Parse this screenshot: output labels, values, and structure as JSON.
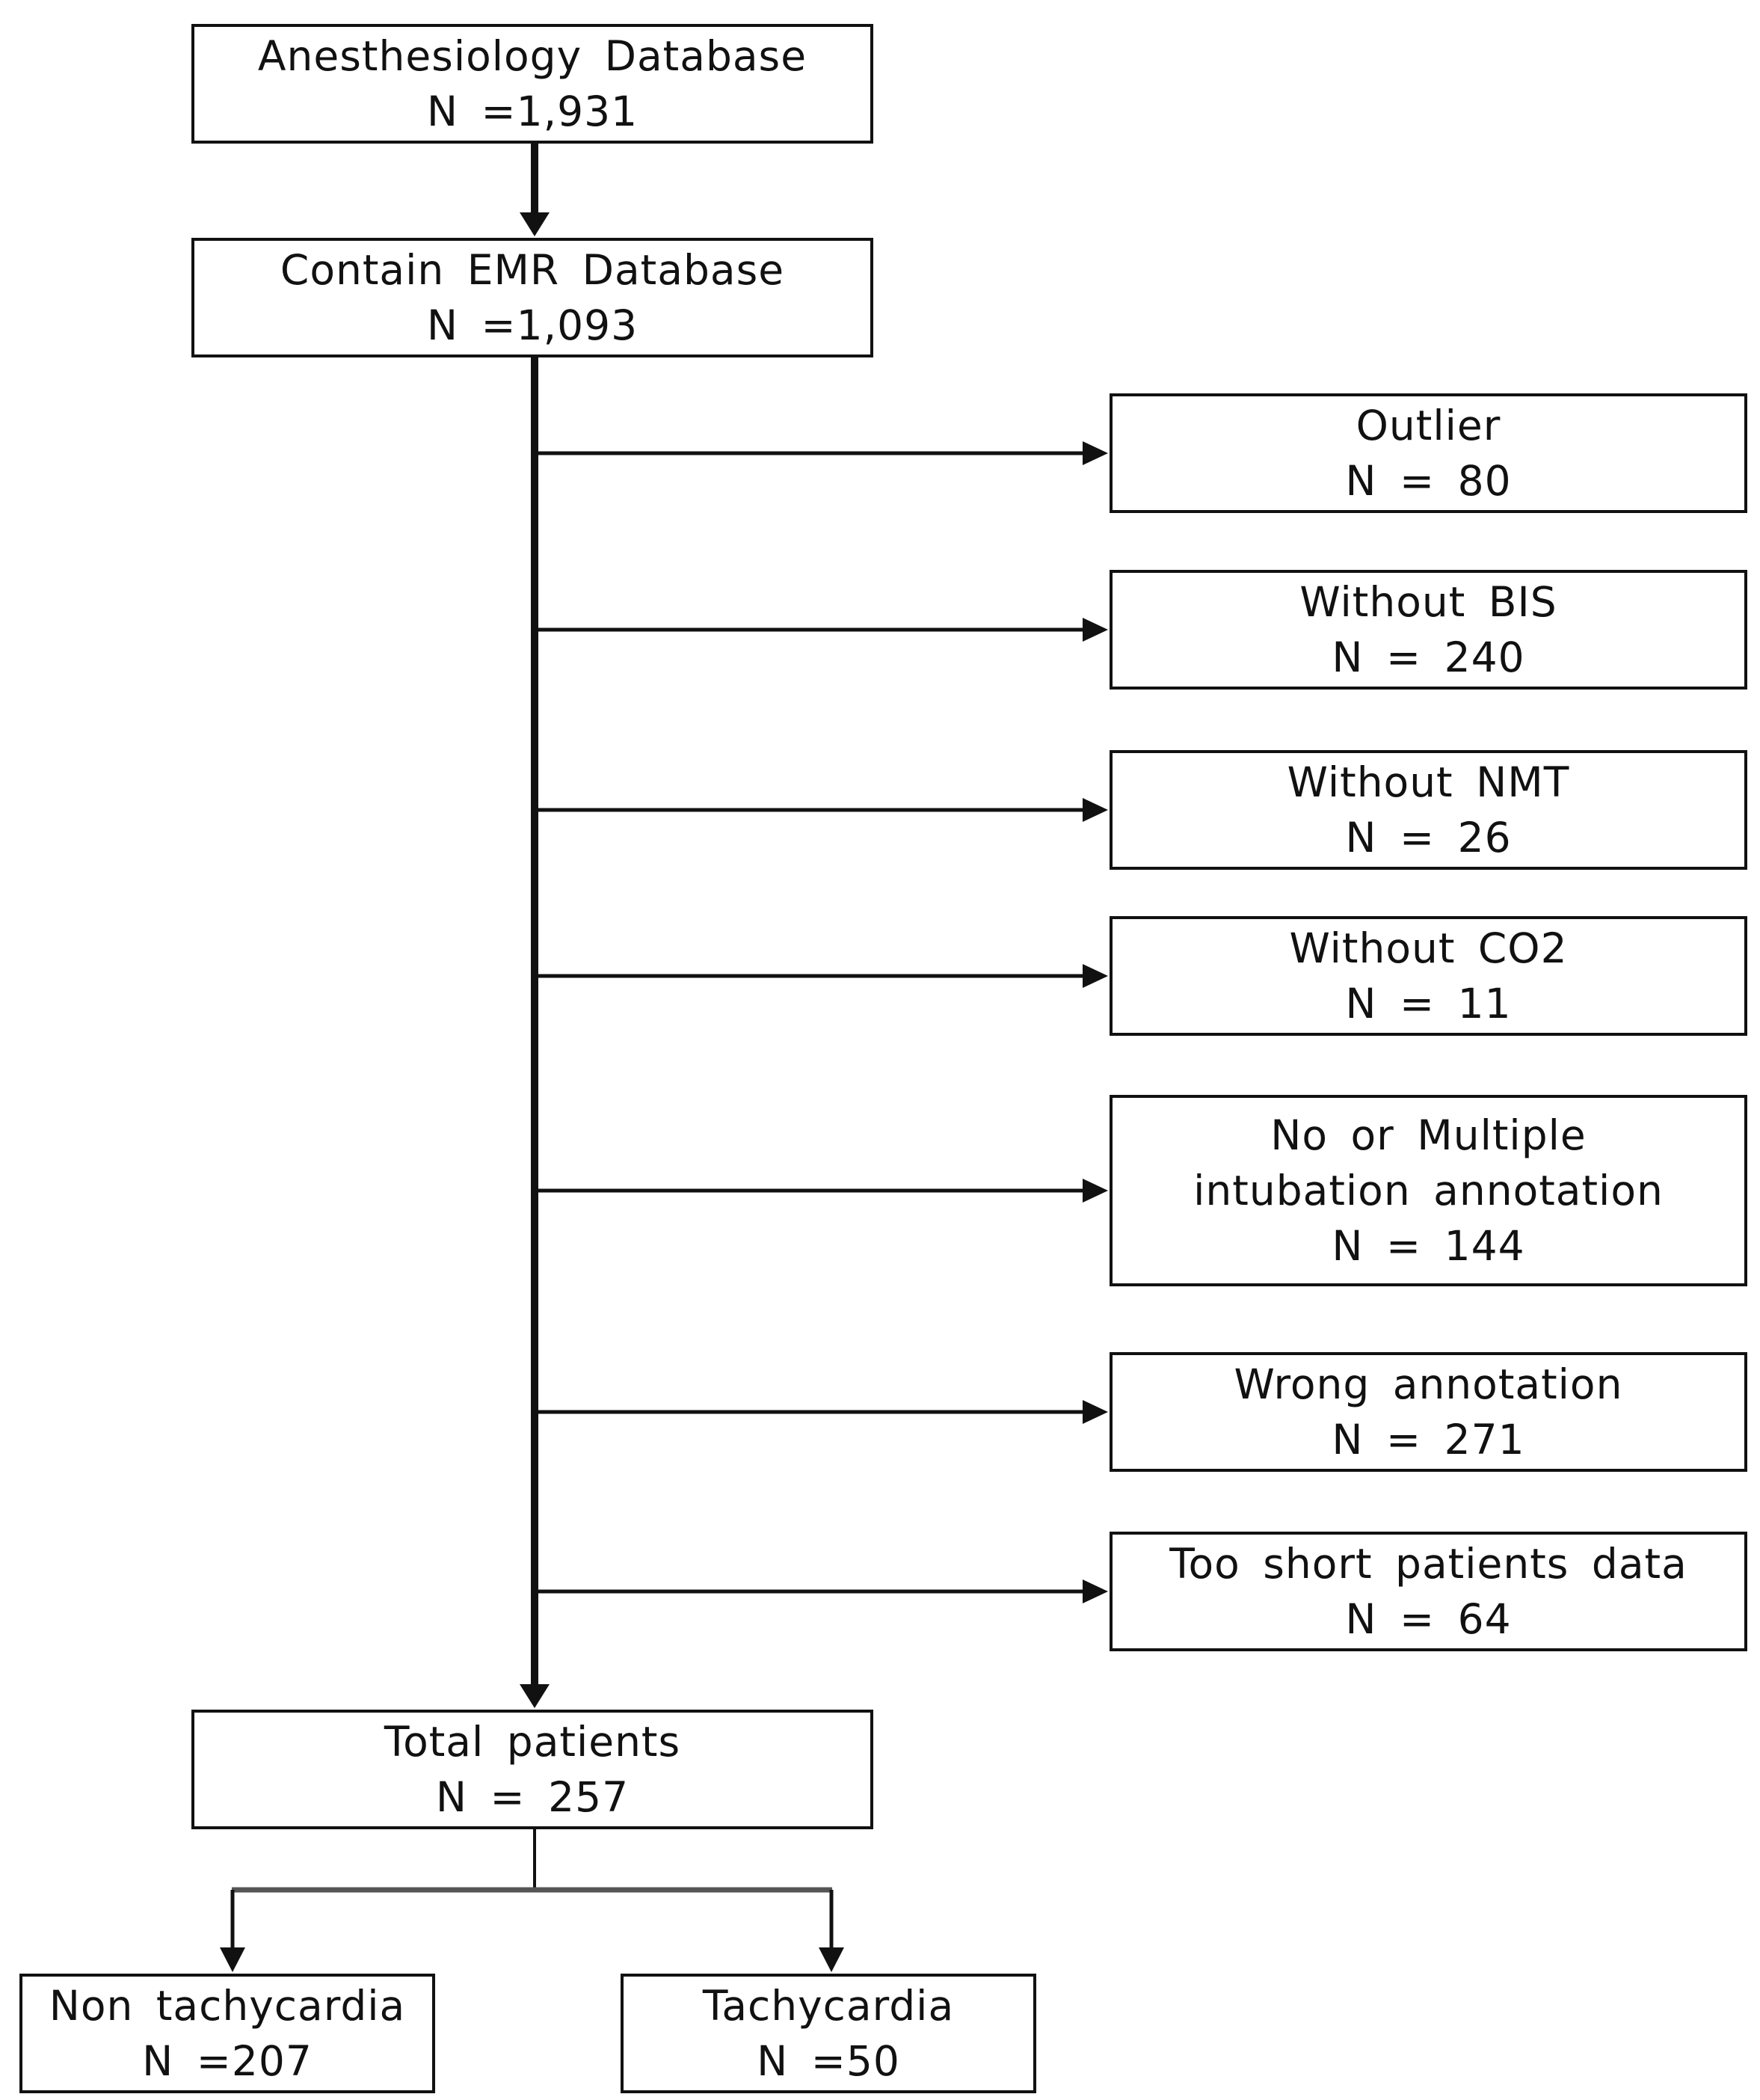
{
  "flow": {
    "anesthesiology": {
      "title": "Anesthesiology  Database",
      "count": "N  =1,931"
    },
    "emr": {
      "title": "Contain  EMR  Database",
      "count": "N  =1,093"
    },
    "total": {
      "title": "Total  patients",
      "count": "N  =  257"
    }
  },
  "exclusions": {
    "outlier": {
      "title": "Outlier",
      "count": "N  =  80"
    },
    "bis": {
      "title": "Without  BIS",
      "count": "N  =  240"
    },
    "nmt": {
      "title": "Without  NMT",
      "count": "N  =  26"
    },
    "co2": {
      "title": "Without  CO2",
      "count": "N  =  11"
    },
    "intubation": {
      "line1": "No  or  Multiple",
      "line2": "intubation  annotation",
      "count": "N  =  144"
    },
    "wrong": {
      "title": "Wrong  annotation",
      "count": "N  =  271"
    },
    "short": {
      "title": "Too  short  patients  data",
      "count": "N  =  64"
    }
  },
  "outcomes": {
    "non_tachycardia": {
      "title": "Non  tachycardia",
      "count": "N  =207"
    },
    "tachycardia": {
      "title": "Tachycardia",
      "count": "N  =50"
    }
  },
  "colors": {
    "stroke": "#111111",
    "split_connector": "#555555",
    "background": "#ffffff"
  }
}
